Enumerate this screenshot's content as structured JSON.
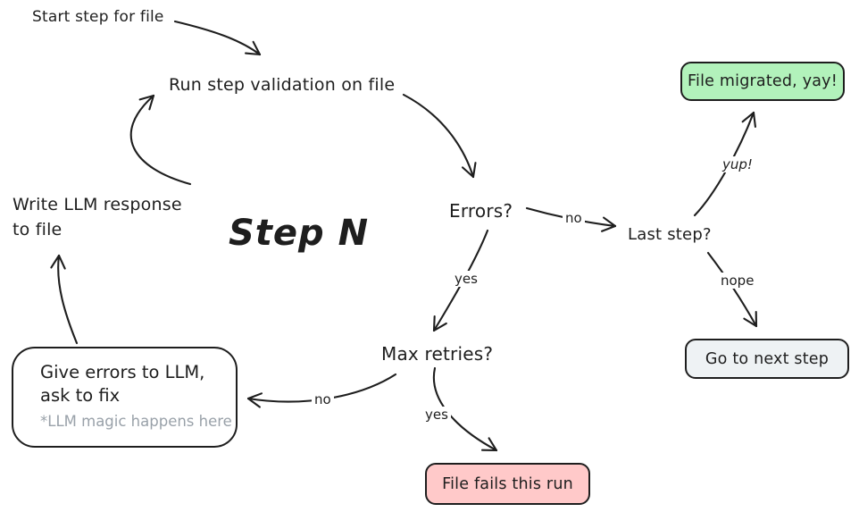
{
  "diagram": {
    "title": "Step N",
    "nodes": {
      "start": "Start step for file",
      "run_validation": "Run step validation on file",
      "write_response_line1": "Write LLM response",
      "write_response_line2": "to file",
      "errors": "Errors?",
      "last_step": "Last step?",
      "max_retries": "Max retries?",
      "file_migrated": "File migrated, yay!",
      "go_next_step": "Go to next step",
      "file_fails": "File fails this run",
      "give_errors_line1": "Give errors to LLM,",
      "give_errors_line2": "ask to fix",
      "give_errors_note": "*LLM magic happens here"
    },
    "edge_labels": {
      "errors_to_last_step": "no",
      "errors_to_max_retries": "yes",
      "last_step_to_migrated": "yup!",
      "last_step_to_next": "nope",
      "max_retries_to_llm": "no",
      "max_retries_to_fail": "yes"
    },
    "colors": {
      "stroke": "#1e1e1e",
      "background": "#ffffff",
      "success_fill": "#b2f2bb",
      "fail_fill": "#ffc9c9",
      "neutral_fill": "#eef2f4",
      "note_text": "#99a1a9"
    }
  }
}
